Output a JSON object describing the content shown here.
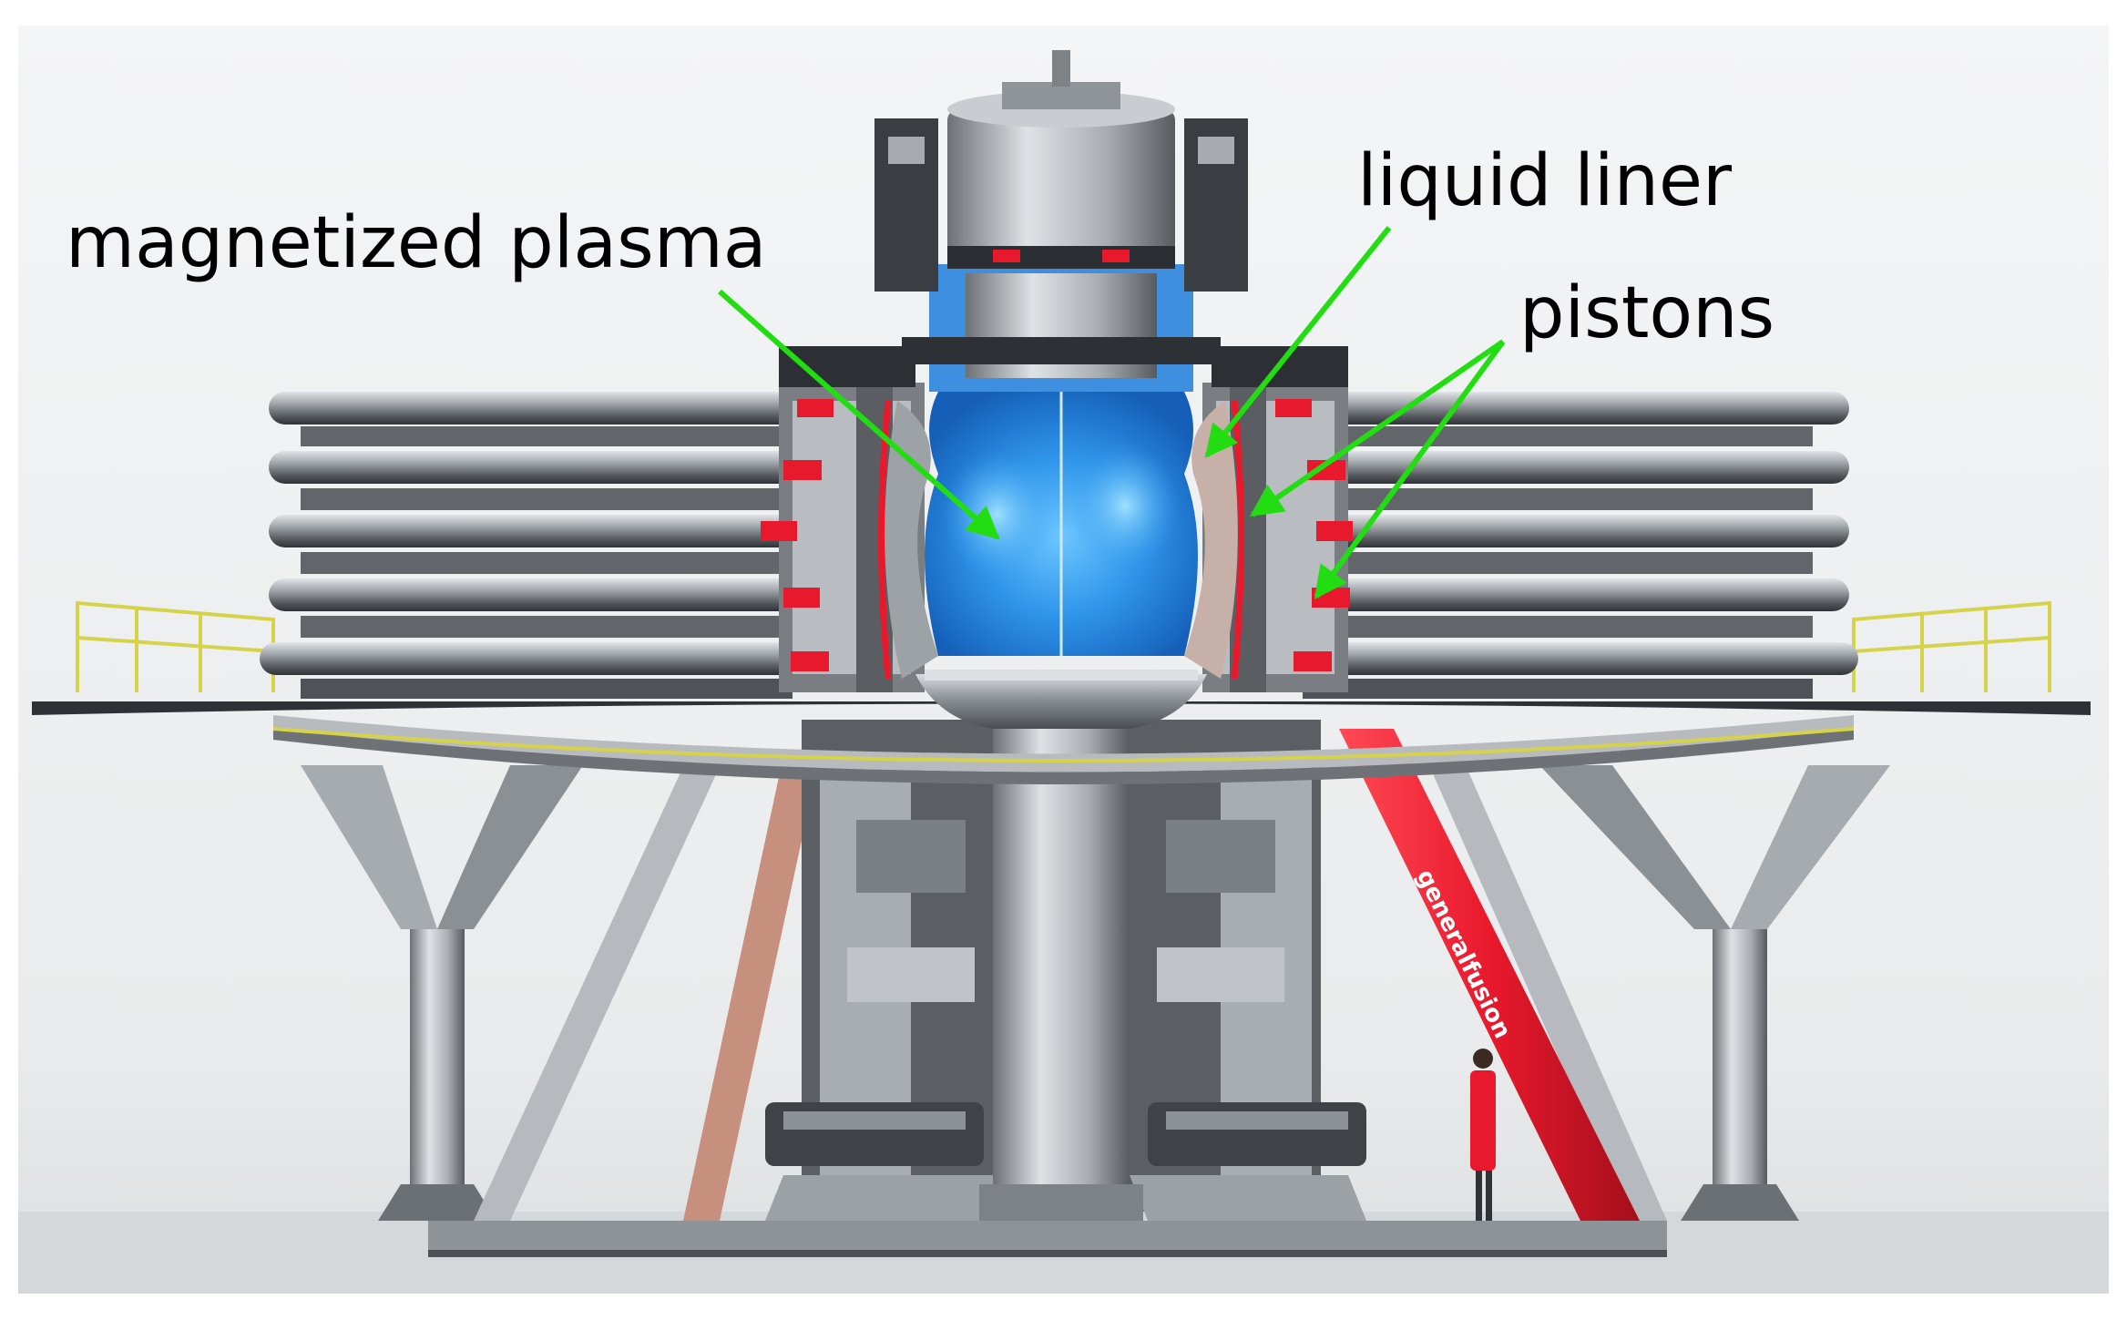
{
  "labels": {
    "plasma": "magnetized plasma",
    "liner": "liquid liner",
    "pistons": "pistons"
  },
  "brand_wordmark": "generalfusion",
  "colors": {
    "arrow": "#22dd11",
    "piston_red": "#e8192c",
    "plasma_blue": "#2f9cf0",
    "steel": "#9ea3a8",
    "dark_steel": "#3b3f44",
    "railing": "#d6d24a"
  }
}
